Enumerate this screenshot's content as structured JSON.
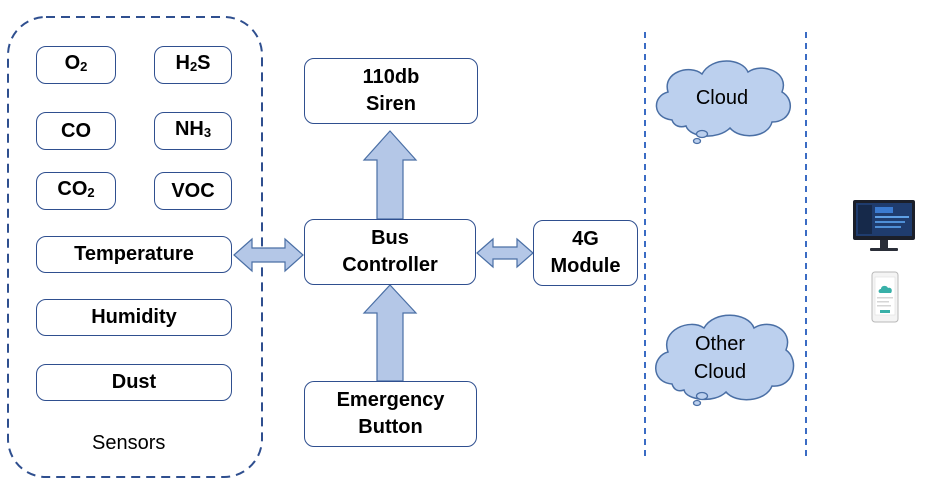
{
  "sensors": {
    "caption": "Sensors",
    "gases": [
      {
        "base": "O",
        "sub": "2",
        "name": "o2-sensor"
      },
      {
        "base": "H",
        "sub": "2",
        "tail": "S",
        "name": "h2s-sensor"
      },
      {
        "base": "CO",
        "sub": "",
        "name": "co-sensor"
      },
      {
        "base": "NH",
        "sub": "3",
        "name": "nh3-sensor"
      },
      {
        "base": "CO",
        "sub": "2",
        "name": "co2-sensor"
      },
      {
        "base": "VOC",
        "sub": "",
        "name": "voc-sensor"
      }
    ],
    "wide": [
      "Temperature",
      "Humidity",
      "Dust"
    ]
  },
  "siren": {
    "line1": "110db",
    "line2": "Siren"
  },
  "bus": {
    "line1": "Bus",
    "line2": "Controller"
  },
  "module": {
    "line1": "4G",
    "line2": "Module"
  },
  "emergency": {
    "line1": "Emergency",
    "line2": "Button"
  },
  "clouds": {
    "cloud1": "Cloud",
    "cloud2_line1": "Other",
    "cloud2_line2": "Cloud"
  },
  "colors": {
    "border": "#2f4f8f",
    "arrow_fill": "#b4c7e7",
    "arrow_stroke": "#4a6fa5",
    "cloud_fill": "#bcd0ee",
    "dashed_line": "#3b6cc4"
  },
  "icons": [
    "monitor-icon",
    "smartphone-icon"
  ]
}
